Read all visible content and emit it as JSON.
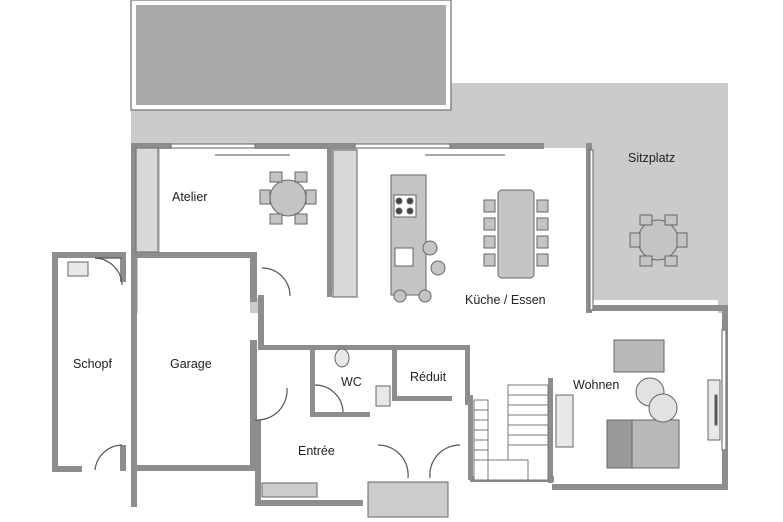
{
  "rooms": {
    "atelier": "Atelier",
    "sitzplatz": "Sitzplatz",
    "kueche_essen": "Küche / Essen",
    "schopf": "Schopf",
    "garage": "Garage",
    "wc": "WC",
    "reduit": "Réduit",
    "wohnen": "Wohnen",
    "entree": "Entrée"
  },
  "colors": {
    "wall": "#8c8c8c",
    "terrace": "#c8c8c8",
    "pool": "#a8a8a8",
    "furniture": "#9a9a9a",
    "floor": "#ffffff",
    "line": "#555555"
  }
}
